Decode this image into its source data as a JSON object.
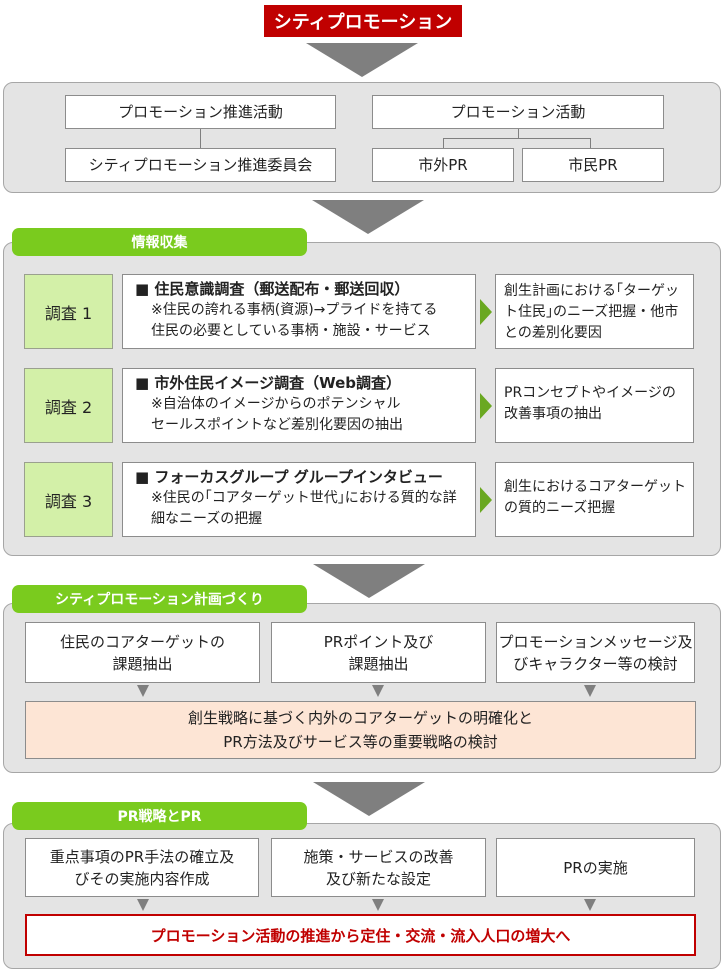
{
  "title": "シティプロモーション",
  "org": {
    "left_top": "プロモーション推進活動",
    "left_bottom": "シティプロモーション推進委員会",
    "right_top": "プロモーション活動",
    "right_bottom_1": "市外PR",
    "right_bottom_2": "市民PR"
  },
  "info": {
    "tag": "情報収集",
    "surveys": [
      {
        "label": "調査 1",
        "head": "■ 住民意識調査（郵送配布・郵送回収）",
        "desc": "※住民の誇れる事柄(資源)→プライドを持てる\n住民の必要としている事柄・施設・サービス",
        "result": "創生計画における｢ターゲット住民｣のニーズ把握・他市との差別化要因"
      },
      {
        "label": "調査 2",
        "head": "■ 市外住民イメージ調査（Web調査）",
        "desc": "※自治体のイメージからのポテンシャル\n  セールスポイントなど差別化要因の抽出",
        "result": "PRコンセプトやイメージの改善事項の抽出"
      },
      {
        "label": "調査 3",
        "head": "■ フォーカスグループ  グループインタビュー",
        "desc": "※住民の｢コアターゲット世代｣における質的な詳細なニーズの把握",
        "result": "創生におけるコアターゲットの質的ニーズ把握"
      }
    ]
  },
  "plan": {
    "tag": "シティプロモーション計画づくり",
    "items": [
      "住民のコアターゲットの\n課題抽出",
      "PRポイント及び\n課題抽出",
      "プロモーションメッセージ及\nびキャラクター等の検討"
    ],
    "summary": "創生戦略に基づく内外のコアターゲットの明確化と\nPR方法及びサービス等の重要戦略の検討"
  },
  "pr": {
    "tag": "PR戦略とPR",
    "items": [
      "重点事項のPR手法の確立及\nびその実施内容作成",
      "施策・サービスの改善\n及び新たな設定",
      "PRの実施"
    ],
    "final": "プロモーション活動の推進から定住・交流・流入人口の増大へ"
  },
  "colors": {
    "red": "#c00000",
    "green": "#7acb1e",
    "light_green": "#d3f0a8",
    "peach": "#fde5d5",
    "gray_panel": "#e4e4e4"
  }
}
